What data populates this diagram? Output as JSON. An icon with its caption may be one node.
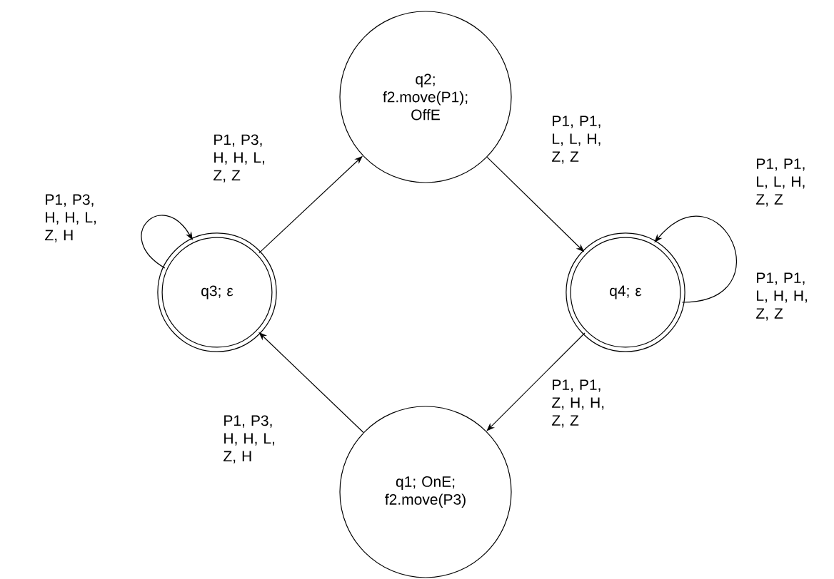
{
  "diagram": {
    "nodes": [
      {
        "text": [
          "q2; f2.move(P1); OffE"
        ]
      },
      {
        "text": [
          "q3; ε"
        ]
      },
      {
        "text": [
          "q4; ε"
        ]
      },
      {
        "text": [
          "q1; OnE; f2.move(P3)"
        ]
      }
    ],
    "edges": [
      {
        "from": 1,
        "to": 1,
        "arrow": "to",
        "label": "P1, P3, H, H, L, Z, H"
      },
      {
        "from": 1,
        "to": 0,
        "arrow": "to",
        "label": "P1, P3, H, H, L, Z, Z"
      },
      {
        "from": 0,
        "to": 2,
        "arrow": "to",
        "label": "P1, P1, L, L, H, Z, Z"
      },
      {
        "from": 2,
        "to": 2,
        "arrow": "to",
        "label": "P1, P1, L, L, H, Z, Z"
      },
      {
        "from": 2,
        "to": 3,
        "arrow": "to",
        "label": "P1, P1, Z, H, H, Z, Z"
      },
      {
        "from": 3,
        "to": 1,
        "arrow": "to",
        "label": "P1, P3, H, H, L, Z, H"
      }
    ],
    "labels": [
      "P1, P1, L, H, H, Z, Z"
    ]
  }
}
